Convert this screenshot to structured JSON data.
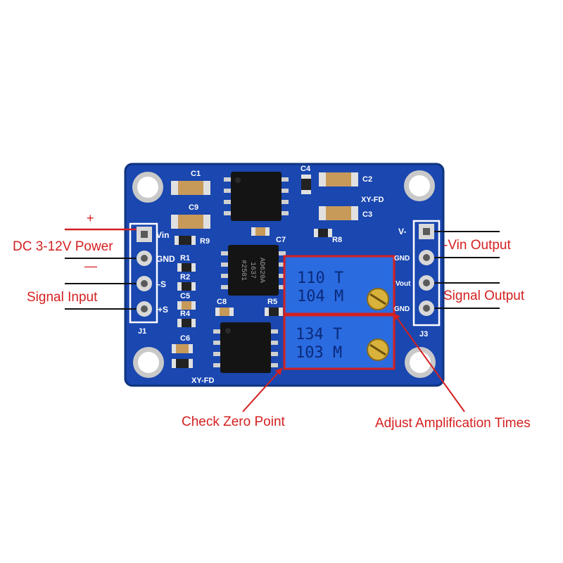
{
  "board": {
    "silkscreen": {
      "c1": "C1",
      "c2": "C2",
      "c3": "C3",
      "c4": "C4",
      "c5": "C5",
      "c6": "C6",
      "c7": "C7",
      "c8": "C8",
      "c9": "C9",
      "r1": "R1",
      "r2": "R2",
      "r4": "R4",
      "r5": "R5",
      "r8": "R8",
      "r9": "R9",
      "j1": "J1",
      "j3": "J3",
      "brand_top": "XY-FD",
      "brand_bottom": "XY-FD",
      "vin": "Vin",
      "gnd_left": "GND",
      "minus_s": "-S",
      "plus_s": "+S",
      "v_minus": "V-",
      "gnd_right": "GND",
      "vout": "Vout",
      "gnd_right2": "GND"
    },
    "chip_marking": [
      "AD620A",
      "1637",
      "#2501"
    ],
    "pot_top": {
      "line1": "110 T",
      "line2": "104 M"
    },
    "pot_bottom": {
      "line1": "134 T",
      "line2": "103 M"
    }
  },
  "callouts": {
    "plus": "+",
    "minus": "—",
    "power": "DC 3-12V Power",
    "signal_input": "Signal Input",
    "vin_output": "-Vin Output",
    "signal_output": "Signal Output",
    "check_zero": "Check Zero Point",
    "adjust_amp": "Adjust Amplification Times"
  },
  "colors": {
    "pcb": "#1a47b0",
    "pcb_dark": "#123a94",
    "annotation": "#d42020",
    "pot_body": "#2a6be0",
    "chip": "#141414"
  }
}
